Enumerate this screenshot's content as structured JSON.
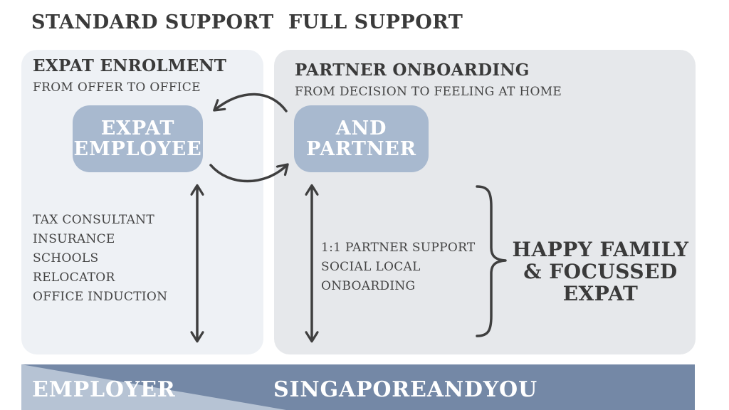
{
  "headers": {
    "standard": "STANDARD SUPPORT",
    "full": "FULL SUPPORT"
  },
  "left_panel": {
    "heading": "EXPAT ENROLMENT",
    "subheading": "FROM OFFER TO OFFICE",
    "pill_lines": [
      "EXPAT",
      "EMPLOYEE"
    ],
    "items": [
      "TAX CONSULTANT",
      "INSURANCE",
      "SCHOOLS",
      "RELOCATOR",
      "OFFICE INDUCTION"
    ]
  },
  "right_panel": {
    "heading": "PARTNER ONBOARDING",
    "subheading": "FROM DECISION TO FEELING AT HOME",
    "pill_lines": [
      "AND",
      "PARTNER"
    ],
    "items": [
      "1:1 PARTNER SUPPORT",
      "SOCIAL LOCAL",
      "ONBOARDING"
    ],
    "result_lines": [
      "HAPPY FAMILY",
      "& FOCUSSED",
      "EXPAT"
    ]
  },
  "banner": {
    "left_label": "EMPLOYER",
    "right_label": "SINGAPOREANDYOU"
  },
  "colors": {
    "panel_left": "#eef1f5",
    "panel_right": "#e6e8eb",
    "pill": "#a8b9cf",
    "banner_dark": "#7488a6",
    "banner_light": "#b6c3d4",
    "arrow": "#3f3f3f"
  }
}
